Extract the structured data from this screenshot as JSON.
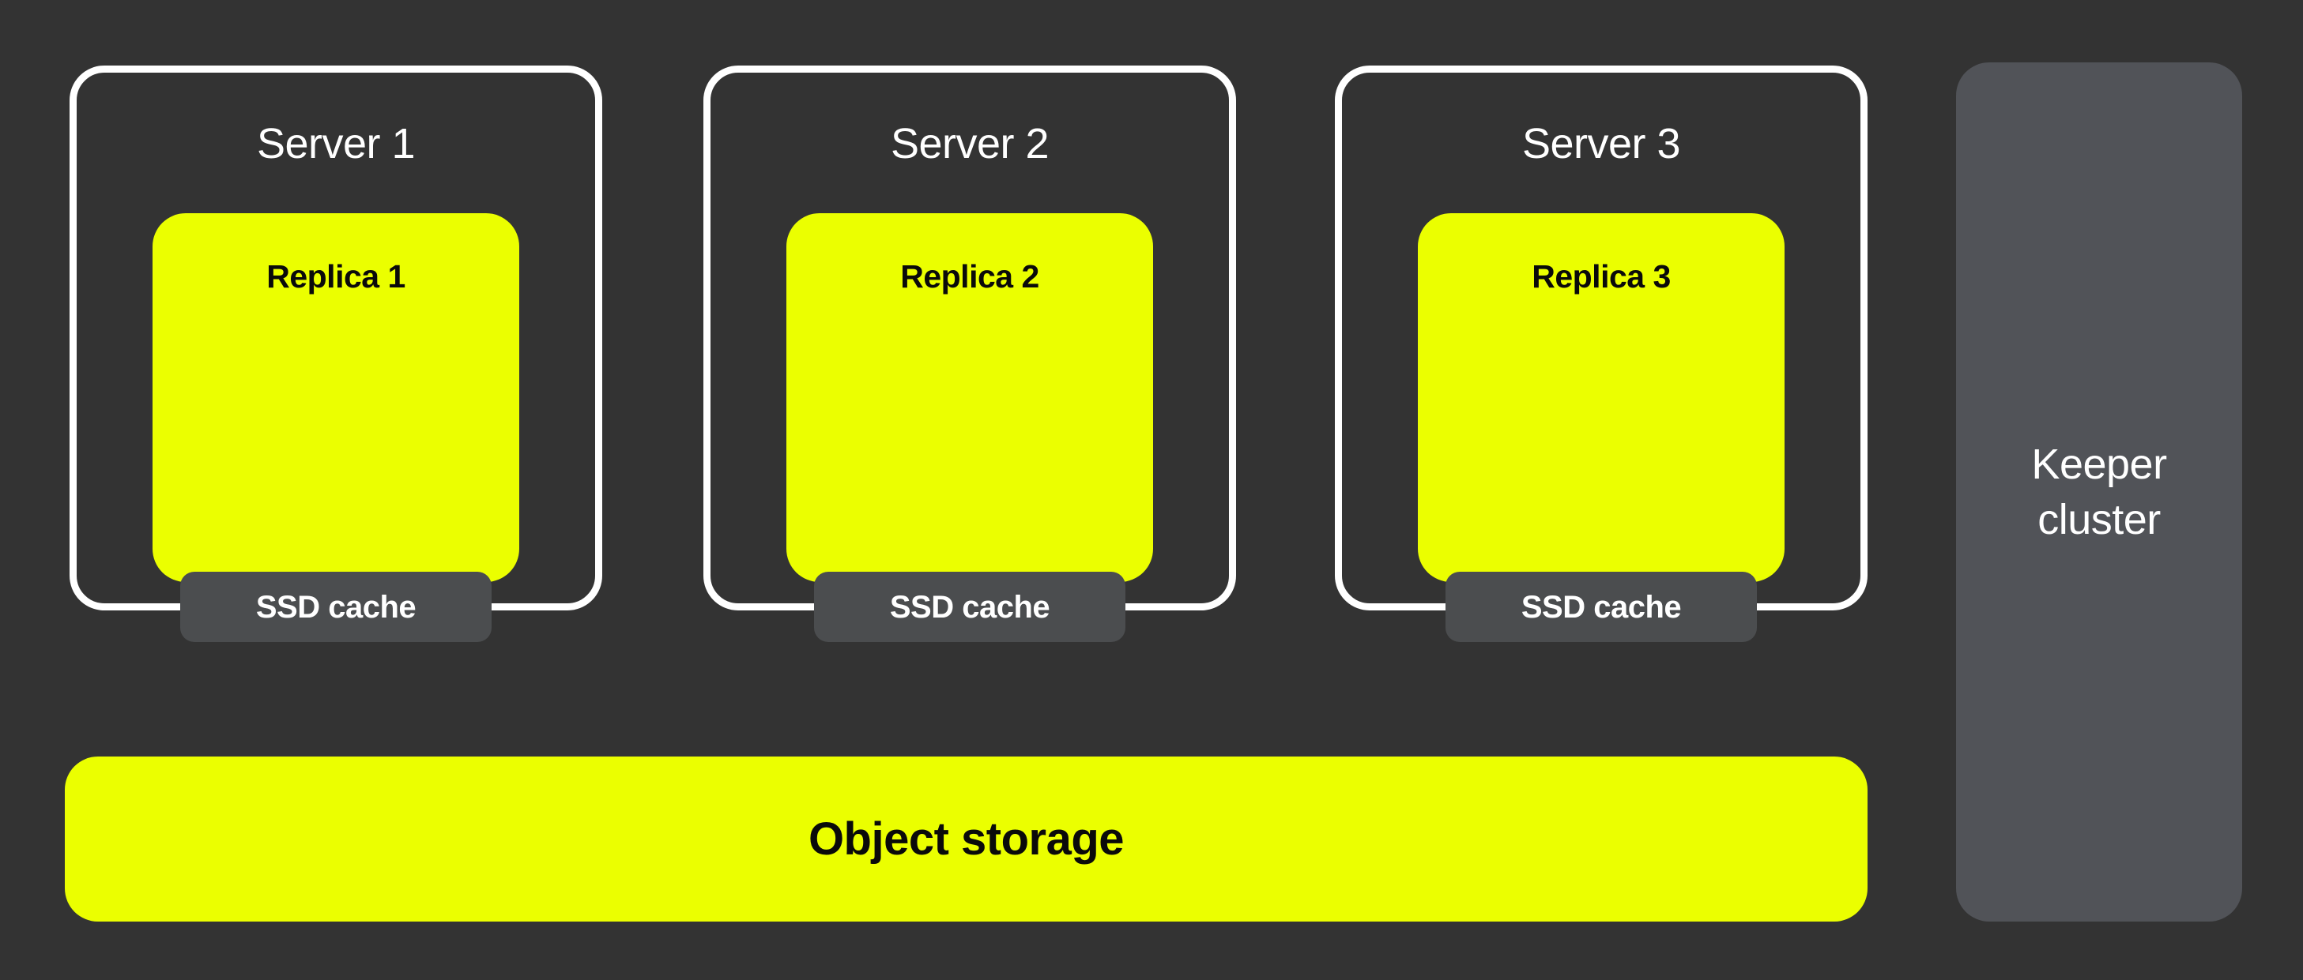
{
  "diagram": {
    "colors": {
      "background": "#333333",
      "accent_yellow": "#EBFF00",
      "ssd_cache_gray": "#4B4D4F",
      "keeper_gray": "#515358",
      "server_border": "#FFFFFF"
    },
    "servers": [
      {
        "label": "Server 1",
        "replica_label": "Replica 1",
        "cache_label": "SSD cache"
      },
      {
        "label": "Server 2",
        "replica_label": "Replica 2",
        "cache_label": "SSD cache"
      },
      {
        "label": "Server 3",
        "replica_label": "Replica 3",
        "cache_label": "SSD cache"
      }
    ],
    "object_storage_label": "Object storage",
    "keeper_cluster_label": "Keeper cluster"
  }
}
